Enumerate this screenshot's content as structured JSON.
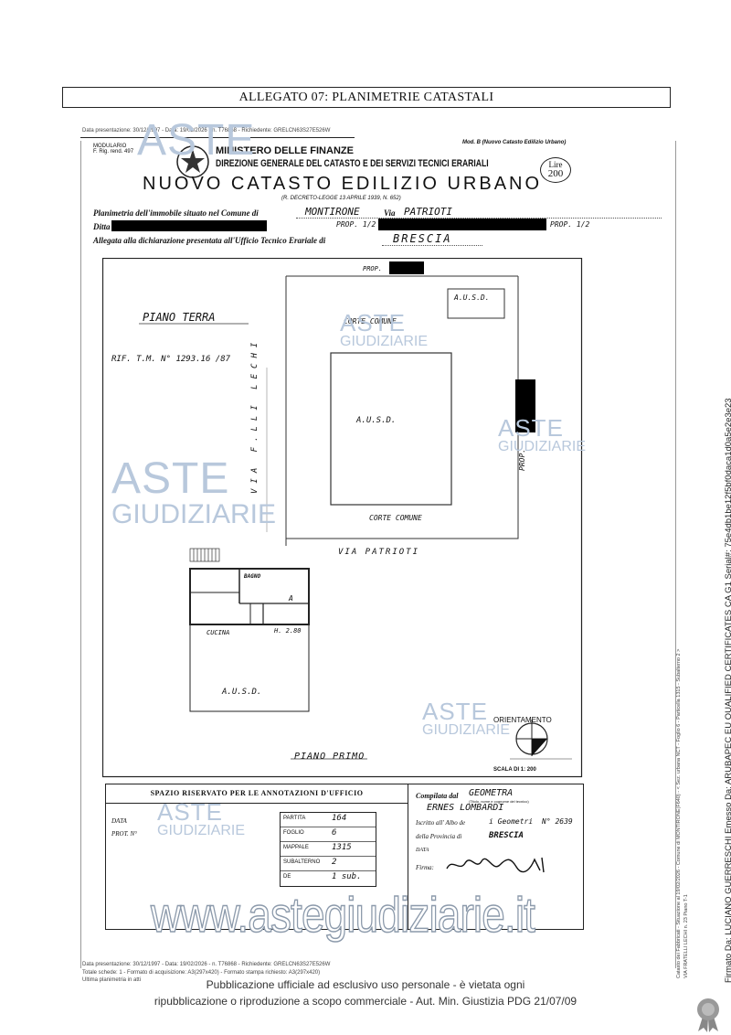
{
  "header": {
    "title": "ALLEGATO 07: PLANIMETRIE CATASTALI"
  },
  "scan": {
    "top_meta": "Data presentazione: 30/12/1997 - Data: 19/02/2026 - n. T76868 - Richiedente: GRELCN63S27E526W",
    "modulo": "MODULARIO\nF. Rig. rend. 497",
    "model_label": "Mod. B (Nuovo Catasto Edilizio Urbano)",
    "ministry": "MINISTERO DELLE FINANZE",
    "direction": "DIREZIONE GENERALE DEL CATASTO E DEI SERVIZI TECNICI ERARIALI",
    "catasto_title": "NUOVO CATASTO EDILIZIO URBANO",
    "decree": "(R. DECRETO-LEGGE 13 APRILE 1939, N. 652)",
    "lire_label": "Lire",
    "lire_value": "200",
    "planimetria_label": "Planimetria dell'immobile situato nel Comune di",
    "comune": "MONTIRONE",
    "via_label": "Via",
    "via": "PATRIOTI",
    "ditta_label": "Ditta",
    "prop_left": "PROP. 1/2 -",
    "prop_right": "PROP. 1/2",
    "allegata_label": "Allegata alla dichiarazione presentata all'Ufficio Tecnico Erariale di",
    "ufficio": "BRESCIA"
  },
  "plan": {
    "prop_top": "PROP.",
    "ausd_small": "A.U.S.D.",
    "corte_comune_top": "CORTE COMUNE",
    "ausd_big": "A.U.S.D.",
    "prop_right": "PROP.",
    "corte_comune_bottom": "CORTE COMUNE",
    "piano_terra": "PIANO TERRA",
    "rif": "RIF. T.M. N° 1293.16 /87",
    "via_lechi": "VIA F.LLI LECHI",
    "via_patrioti": "VIA PATRIOTI",
    "bagno": "BAGNO",
    "room_a": "A",
    "cucina": "CUCINA",
    "height": "H. 2.80",
    "ausd_lower": "A.U.S.D.",
    "piano_primo": "PIANO PRIMO",
    "orientamento": "ORIENTAMENTO",
    "scala": "SCALA DI 1: 200"
  },
  "annotations": {
    "title": "SPAZIO RISERVATO PER LE ANNOTAZIONI D'UFFICIO",
    "data_label": "DATA",
    "prot_label": "PROT. N°",
    "rows": [
      {
        "label": "PARTITA",
        "value": "164"
      },
      {
        "label": "FOGLIO",
        "value": "6"
      },
      {
        "label": "MAPPALE",
        "value": "1315"
      },
      {
        "label": "SUBALTERNO",
        "value": "2"
      },
      {
        "label": "DE",
        "value": "1 sub."
      }
    ]
  },
  "compilata": {
    "label": "Compilata dal",
    "role": "GEOMETRA",
    "role_note": "(Titolo, nome e cognome del tecnico)",
    "name": "ERNES LOMBARDI",
    "iscritto_label": "Iscritto all' Albo de",
    "albo": "i Geometri",
    "numero": "N° 2639",
    "provincia_label": "della Provincia di",
    "provincia": "BRESCIA",
    "data_label": "DATA",
    "firma_label": "Firma:"
  },
  "watermarks": {
    "aste": "ASTE",
    "giudiziarie": "GIUDIZIARIE"
  },
  "site": "www.astegiudiziarie.it",
  "bottom_meta": {
    "line1": "Data presentazione: 30/12/1997 - Data: 19/02/2026 - n. T76868 - Richiedente: GRELCN63S27E526W",
    "line2": "Totale schede: 1 - Formato di acquisizione: A3(297x420) - Formato stampa richiesto: A3(297x420)",
    "line3": "Ultima planimetria in atti"
  },
  "right_meta": "Catasto dei Fabbricati - Situazione al 19/02/2026 - Comune di MONTIRONE(F640) - < Sez. urbana NCT - Foglio 6 - Particella 1315 - Subalterno 2 >\nVIA FRATELLI LECHI n. 23 Piano T-1",
  "footer": {
    "line1": "Pubblicazione ufficiale ad esclusivo uso personale - è vietata ogni",
    "line2": "ripubblicazione o riproduzione a scopo commerciale - Aut. Min. Giustizia PDG 21/07/09"
  },
  "signature": "Firmato Da: LUCIANO GUERRESCHI Emesso Da: ARUBAPEC EU QUALIFIED CERTIFICATES CA G1 Serial#: 75e4db1be12f5bf0daca1d0a5e2e3e23",
  "colors": {
    "ink": "#111111",
    "watermark": "#b8c8dc",
    "footer_text": "#333333"
  }
}
